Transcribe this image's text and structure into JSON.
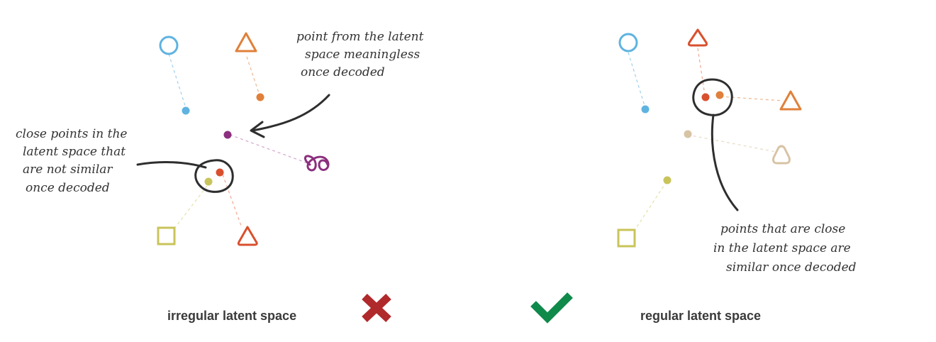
{
  "left_panel": {
    "caption": "irregular latent space",
    "annotation_top": [
      "point from the latent",
      "space meaningless",
      "once decoded"
    ],
    "annotation_left": [
      "close points in the",
      "latent space that",
      "are not similar",
      "once decoded"
    ],
    "verdict_icon": "cross-mark-icon",
    "verdict_color": "#b0292b"
  },
  "right_panel": {
    "caption": "regular latent space",
    "annotation": [
      "points that are close",
      "in the latent space are",
      "similar once decoded"
    ],
    "verdict_icon": "check-mark-icon",
    "verdict_color": "#0f8a4a"
  },
  "colors": {
    "blue": "#5fb3e0",
    "orange": "#e0803a",
    "purple": "#8b2f7e",
    "red": "#d9502e",
    "olive": "#c9c45a",
    "beige": "#d8c3a5",
    "ink": "#2e2e2e"
  }
}
